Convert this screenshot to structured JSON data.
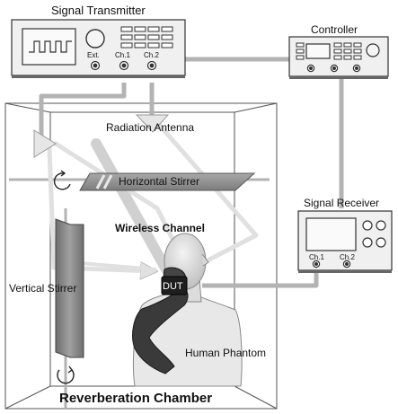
{
  "labels": {
    "signal_transmitter": "Signal Transmitter",
    "controller": "Controller",
    "radiation_antenna": "Radiation Antenna",
    "horizontal_stirrer": "Horizontal Stirrer",
    "signal_receiver": "Signal Receiver",
    "wireless_channel": "Wireless Channel",
    "vertical_stirrer": "Vertical Stirrer",
    "dut": "DUT",
    "human_phantom": "Human Phantom",
    "reverberation_chamber": "Reverberation Chamber"
  },
  "transmitter": {
    "ext": "Ext.",
    "ch1": "Ch.1",
    "ch2": "Ch.2"
  },
  "receiver": {
    "ch1": "Ch.1",
    "ch2": "Ch.2"
  },
  "colors": {
    "cable": "#b3b3b3",
    "beam": "#e0e0e0",
    "stirrer": "#8c8c8c",
    "phantom": "#dcdcdc",
    "arm": "#3a3a3a",
    "outline": "#222222"
  }
}
